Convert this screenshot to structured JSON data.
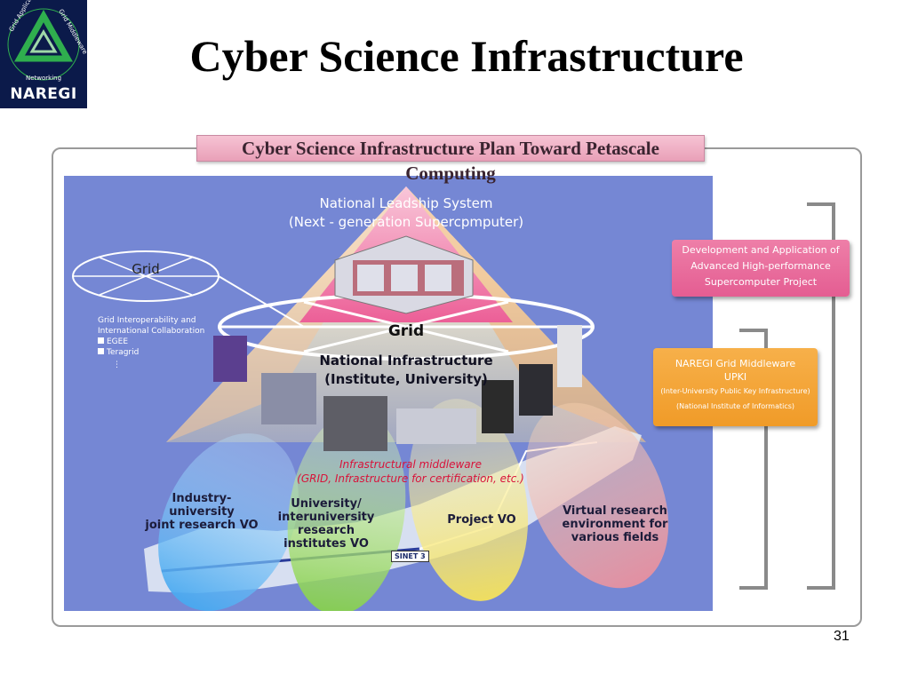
{
  "slide": {
    "title": "Cyber Science Infrastructure",
    "page_number": "31"
  },
  "logo": {
    "name": "NAREGI",
    "arc_text": "Grid Applications",
    "arc_text_2": "Grid Middleware",
    "arc_text_3": "Networking"
  },
  "banner": "Cyber Science Infrastructure Plan Toward Petascale Computing",
  "diagram": {
    "leadship_line1": "National Leadship System",
    "leadship_line2": "(Next - generation Supercpmputer)",
    "grid_top": "Grid",
    "grid_mid": "Grid",
    "national_infra_line1": "National Infrastructure",
    "national_infra_line2": "(Institute, University)",
    "interop_line1": "Grid Interoperability and",
    "interop_line2": "International Collaboration",
    "bullets": [
      "EGEE",
      "Teragrid"
    ],
    "ellipsis": "⋮",
    "middleware_line1": "Infrastructural middleware",
    "middleware_line2": "(GRID, Infrastructure for certification, etc.)",
    "vo_industry": [
      "Industry-",
      "university",
      "joint research VO"
    ],
    "vo_university": [
      "University/",
      "interuniversity",
      "research",
      "institutes VO"
    ],
    "vo_project": "Project VO",
    "vo_virtual": [
      "Virtual research",
      "environment for",
      "various fields"
    ],
    "sinet": "SINET 3"
  },
  "side_boxes": {
    "pink": [
      "Development and Application of",
      "Advanced High-performance",
      "Supercomputer Project"
    ],
    "orange": [
      "NAREGI Grid Middleware",
      "UPKI",
      "(Inter-University Public Key Infrastructure)",
      "(National Institute of Informatics)"
    ]
  },
  "colors": {
    "panel_bg": "#7587d4",
    "pink_box": "#e8669b",
    "orange_box": "#f3a236",
    "logo_bg": "#0b1a4a",
    "logo_green": "#2fae4e",
    "middleware_text": "#d8133a"
  }
}
